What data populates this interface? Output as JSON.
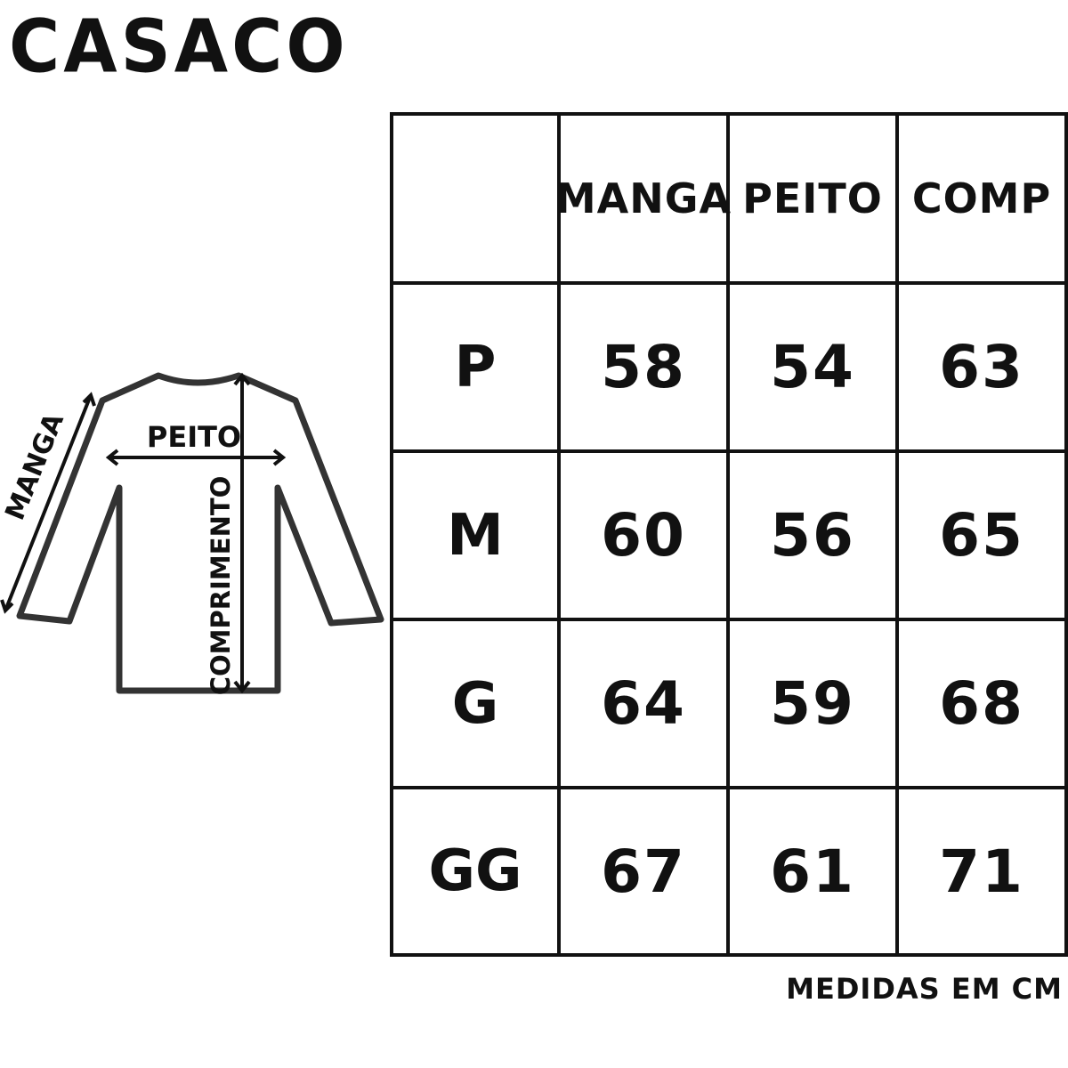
{
  "title": "CASACO",
  "figure": {
    "labels": {
      "manga": "MANGA",
      "peito": "PEITO",
      "comprimento": "COMPRIMENTO"
    }
  },
  "table": {
    "headers": [
      "",
      "MANGA",
      "PEITO",
      "COMP"
    ],
    "rows": [
      {
        "size": "P",
        "values": [
          "58",
          "54",
          "63"
        ]
      },
      {
        "size": "M",
        "values": [
          "60",
          "56",
          "65"
        ]
      },
      {
        "size": "G",
        "values": [
          "64",
          "59",
          "68"
        ]
      },
      {
        "size": "GG",
        "values": [
          "67",
          "61",
          "71"
        ]
      }
    ]
  },
  "note": "MEDIDAS EM CM"
}
